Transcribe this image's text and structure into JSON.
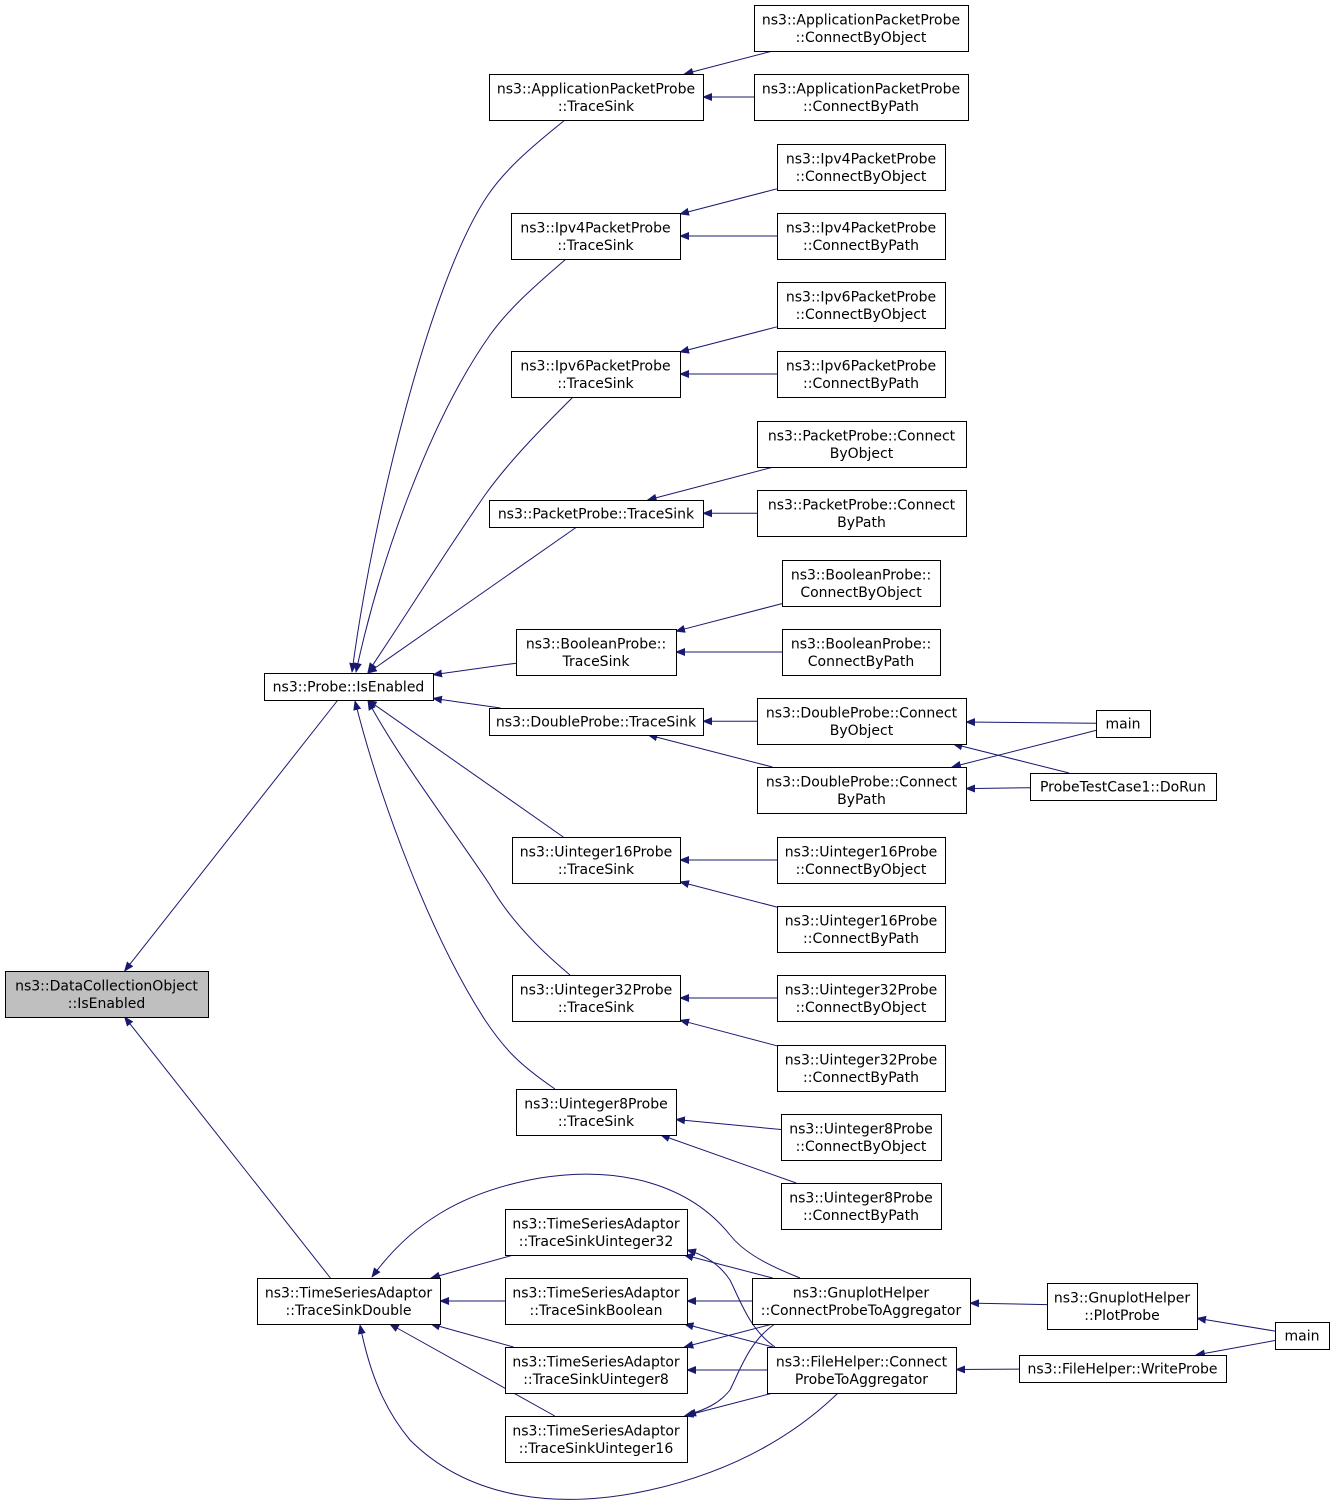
{
  "colors": {
    "edge": "#191970",
    "node_border": "#000000",
    "root_fill": "#bfbfbf"
  },
  "nodes": {
    "dco_isenabled": [
      "ns3::DataCollectionObject",
      "::IsEnabled"
    ],
    "probe_isenabled": [
      "ns3::Probe::IsEnabled"
    ],
    "tsa_tracesinkdouble": [
      "ns3::TimeSeriesAdaptor",
      "::TraceSinkDouble"
    ],
    "app_tracesink": [
      "ns3::ApplicationPacketProbe",
      "::TraceSink"
    ],
    "ipv4_tracesink": [
      "ns3::Ipv4PacketProbe",
      "::TraceSink"
    ],
    "ipv6_tracesink": [
      "ns3::Ipv6PacketProbe",
      "::TraceSink"
    ],
    "packet_tracesink": [
      "ns3::PacketProbe::TraceSink"
    ],
    "bool_tracesink": [
      "ns3::BooleanProbe::",
      "TraceSink"
    ],
    "double_tracesink": [
      "ns3::DoubleProbe::TraceSink"
    ],
    "u16_tracesink": [
      "ns3::Uinteger16Probe",
      "::TraceSink"
    ],
    "u32_tracesink": [
      "ns3::Uinteger32Probe",
      "::TraceSink"
    ],
    "u8_tracesink": [
      "ns3::Uinteger8Probe",
      "::TraceSink"
    ],
    "app_cbo": [
      "ns3::ApplicationPacketProbe",
      "::ConnectByObject"
    ],
    "app_cbp": [
      "ns3::ApplicationPacketProbe",
      "::ConnectByPath"
    ],
    "ipv4_cbo": [
      "ns3::Ipv4PacketProbe",
      "::ConnectByObject"
    ],
    "ipv4_cbp": [
      "ns3::Ipv4PacketProbe",
      "::ConnectByPath"
    ],
    "ipv6_cbo": [
      "ns3::Ipv6PacketProbe",
      "::ConnectByObject"
    ],
    "ipv6_cbp": [
      "ns3::Ipv6PacketProbe",
      "::ConnectByPath"
    ],
    "packet_cbo": [
      "ns3::PacketProbe::Connect",
      "ByObject"
    ],
    "packet_cbp": [
      "ns3::PacketProbe::Connect",
      "ByPath"
    ],
    "bool_cbo": [
      "ns3::BooleanProbe::",
      "ConnectByObject"
    ],
    "bool_cbp": [
      "ns3::BooleanProbe::",
      "ConnectByPath"
    ],
    "double_cbo": [
      "ns3::DoubleProbe::Connect",
      "ByObject"
    ],
    "double_cbp": [
      "ns3::DoubleProbe::Connect",
      "ByPath"
    ],
    "main1": [
      "main"
    ],
    "probetest_dorun": [
      "ProbeTestCase1::DoRun"
    ],
    "u16_cbo": [
      "ns3::Uinteger16Probe",
      "::ConnectByObject"
    ],
    "u16_cbp": [
      "ns3::Uinteger16Probe",
      "::ConnectByPath"
    ],
    "u32_cbo": [
      "ns3::Uinteger32Probe",
      "::ConnectByObject"
    ],
    "u32_cbp": [
      "ns3::Uinteger32Probe",
      "::ConnectByPath"
    ],
    "u8_cbo": [
      "ns3::Uinteger8Probe",
      "::ConnectByObject"
    ],
    "u8_cbp": [
      "ns3::Uinteger8Probe",
      "::ConnectByPath"
    ],
    "tsa_u32": [
      "ns3::TimeSeriesAdaptor",
      "::TraceSinkUinteger32"
    ],
    "tsa_bool": [
      "ns3::TimeSeriesAdaptor",
      "::TraceSinkBoolean"
    ],
    "tsa_u8": [
      "ns3::TimeSeriesAdaptor",
      "::TraceSinkUinteger8"
    ],
    "tsa_u16": [
      "ns3::TimeSeriesAdaptor",
      "::TraceSinkUinteger16"
    ],
    "gnuplot_cpta": [
      "ns3::GnuplotHelper",
      "::ConnectProbeToAggregator"
    ],
    "file_cpta": [
      "ns3::FileHelper::Connect",
      "ProbeToAggregator"
    ],
    "gnuplot_plotprobe": [
      "ns3::GnuplotHelper",
      "::PlotProbe"
    ],
    "file_writeprobe": [
      "ns3::FileHelper::WriteProbe"
    ],
    "main2": [
      "main"
    ]
  },
  "edges": [
    [
      "dco_isenabled",
      "probe_isenabled"
    ],
    [
      "dco_isenabled",
      "tsa_tracesinkdouble"
    ],
    [
      "probe_isenabled",
      "app_tracesink"
    ],
    [
      "probe_isenabled",
      "ipv4_tracesink"
    ],
    [
      "probe_isenabled",
      "ipv6_tracesink"
    ],
    [
      "probe_isenabled",
      "packet_tracesink"
    ],
    [
      "probe_isenabled",
      "bool_tracesink"
    ],
    [
      "probe_isenabled",
      "double_tracesink"
    ],
    [
      "probe_isenabled",
      "u16_tracesink"
    ],
    [
      "probe_isenabled",
      "u32_tracesink"
    ],
    [
      "probe_isenabled",
      "u8_tracesink"
    ],
    [
      "app_tracesink",
      "app_cbo"
    ],
    [
      "app_tracesink",
      "app_cbp"
    ],
    [
      "ipv4_tracesink",
      "ipv4_cbo"
    ],
    [
      "ipv4_tracesink",
      "ipv4_cbp"
    ],
    [
      "ipv6_tracesink",
      "ipv6_cbo"
    ],
    [
      "ipv6_tracesink",
      "ipv6_cbp"
    ],
    [
      "packet_tracesink",
      "packet_cbo"
    ],
    [
      "packet_tracesink",
      "packet_cbp"
    ],
    [
      "bool_tracesink",
      "bool_cbo"
    ],
    [
      "bool_tracesink",
      "bool_cbp"
    ],
    [
      "double_tracesink",
      "double_cbo"
    ],
    [
      "double_tracesink",
      "double_cbp"
    ],
    [
      "double_cbo",
      "main1"
    ],
    [
      "double_cbo",
      "probetest_dorun"
    ],
    [
      "double_cbp",
      "main1"
    ],
    [
      "double_cbp",
      "probetest_dorun"
    ],
    [
      "u16_tracesink",
      "u16_cbo"
    ],
    [
      "u16_tracesink",
      "u16_cbp"
    ],
    [
      "u32_tracesink",
      "u32_cbo"
    ],
    [
      "u32_tracesink",
      "u32_cbp"
    ],
    [
      "u8_tracesink",
      "u8_cbo"
    ],
    [
      "u8_tracesink",
      "u8_cbp"
    ],
    [
      "tsa_tracesinkdouble",
      "tsa_u32"
    ],
    [
      "tsa_tracesinkdouble",
      "tsa_bool"
    ],
    [
      "tsa_tracesinkdouble",
      "tsa_u8"
    ],
    [
      "tsa_tracesinkdouble",
      "tsa_u16"
    ],
    [
      "tsa_tracesinkdouble",
      "gnuplot_cpta"
    ],
    [
      "tsa_tracesinkdouble",
      "file_cpta"
    ],
    [
      "tsa_u32",
      "gnuplot_cpta"
    ],
    [
      "tsa_u32",
      "file_cpta"
    ],
    [
      "tsa_bool",
      "gnuplot_cpta"
    ],
    [
      "tsa_bool",
      "file_cpta"
    ],
    [
      "tsa_u8",
      "gnuplot_cpta"
    ],
    [
      "tsa_u8",
      "file_cpta"
    ],
    [
      "tsa_u16",
      "gnuplot_cpta"
    ],
    [
      "tsa_u16",
      "file_cpta"
    ],
    [
      "gnuplot_cpta",
      "gnuplot_plotprobe"
    ],
    [
      "file_cpta",
      "file_writeprobe"
    ],
    [
      "gnuplot_plotprobe",
      "main2"
    ],
    [
      "file_writeprobe",
      "main2"
    ]
  ]
}
